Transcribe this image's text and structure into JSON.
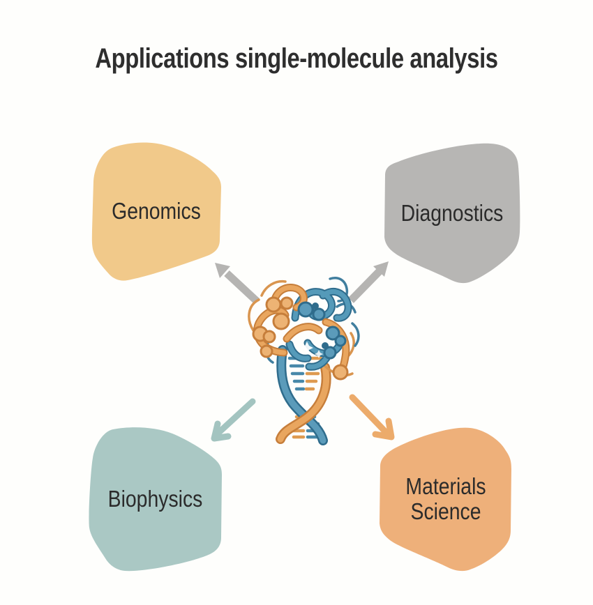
{
  "title": "Applications single-molecule analysis",
  "diagram": {
    "center_icon": "dna-molecule",
    "nodes": [
      {
        "id": "genomics",
        "label": "Genomics",
        "fill": "#F1C98A"
      },
      {
        "id": "diagnostics",
        "label": "Diagnostics",
        "fill": "#B7B6B4"
      },
      {
        "id": "biophysics",
        "label": "Biophysics",
        "fill": "#AAC8C4"
      },
      {
        "id": "materials-science",
        "label": "Materials Science",
        "line1": "Materials",
        "line2": "Science",
        "fill": "#EEB07A"
      }
    ],
    "arrows": [
      {
        "id": "arrow-to-genomics",
        "direction": "up-left",
        "color": "#B5B4B2"
      },
      {
        "id": "arrow-to-diagnostics",
        "direction": "up-right",
        "color": "#B5B4B2"
      },
      {
        "id": "arrow-to-biophysics",
        "direction": "down-left",
        "color": "#A3C4C0"
      },
      {
        "id": "arrow-to-materials",
        "direction": "down-right",
        "color": "#ECAB6B"
      }
    ]
  },
  "colors": {
    "background": "#FEFEFC",
    "text": "#2b2b2b",
    "title_text": "#2e2e2e",
    "dna_blue": "#5B9BBA",
    "dna_blue_dark": "#2F6C8C",
    "dna_orange": "#E9A65F",
    "dna_orange_dark": "#C67E3B"
  }
}
